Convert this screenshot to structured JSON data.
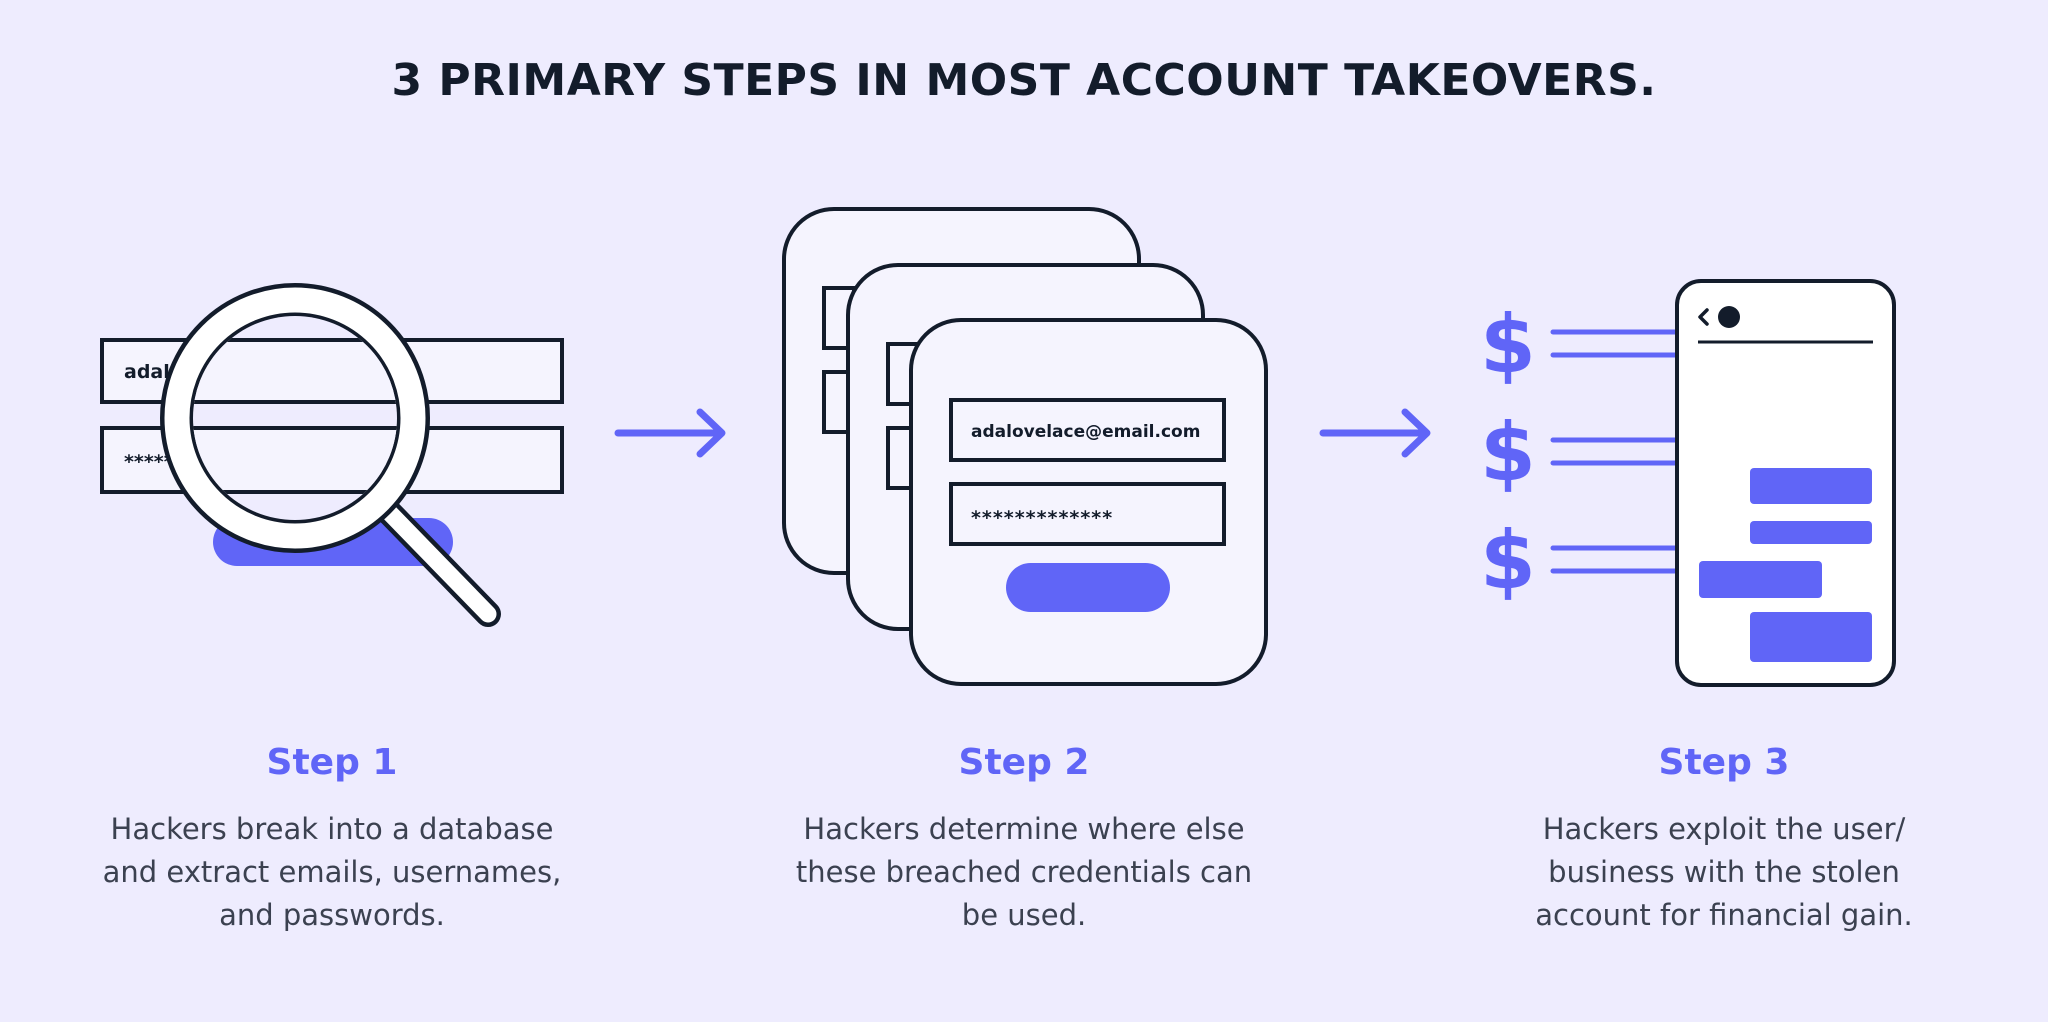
{
  "title": "3 PRIMARY STEPS IN MOST ACCOUNT TAKEOVERS.",
  "colors": {
    "background": "#eeecfe",
    "accent": "#6065f7",
    "outline": "#131c2b",
    "panel": "#f5f4fe",
    "text": "#3b4150"
  },
  "steps": [
    {
      "heading": "Step 1",
      "lines": [
        "Hackers break into a database",
        "and extract emails, usernames,",
        "and passwords."
      ],
      "illustration": {
        "email_field": "adalovelace@email.com",
        "password_field": "*****es2345!",
        "icon": "magnifying-glass-icon"
      }
    },
    {
      "heading": "Step 2",
      "lines": [
        "Hackers determine where else",
        "these breached credentials can",
        "be used."
      ],
      "illustration": {
        "email_field": "adalovelace@email.com",
        "password_field": "*************",
        "icon": "stacked-login-cards-icon"
      }
    },
    {
      "heading": "Step 3",
      "lines": [
        "Hackers exploit the user/",
        "business with the stolen",
        "account for financial gain."
      ],
      "illustration": {
        "currency_symbol": "$",
        "icon": "mobile-phone-icon"
      }
    }
  ]
}
